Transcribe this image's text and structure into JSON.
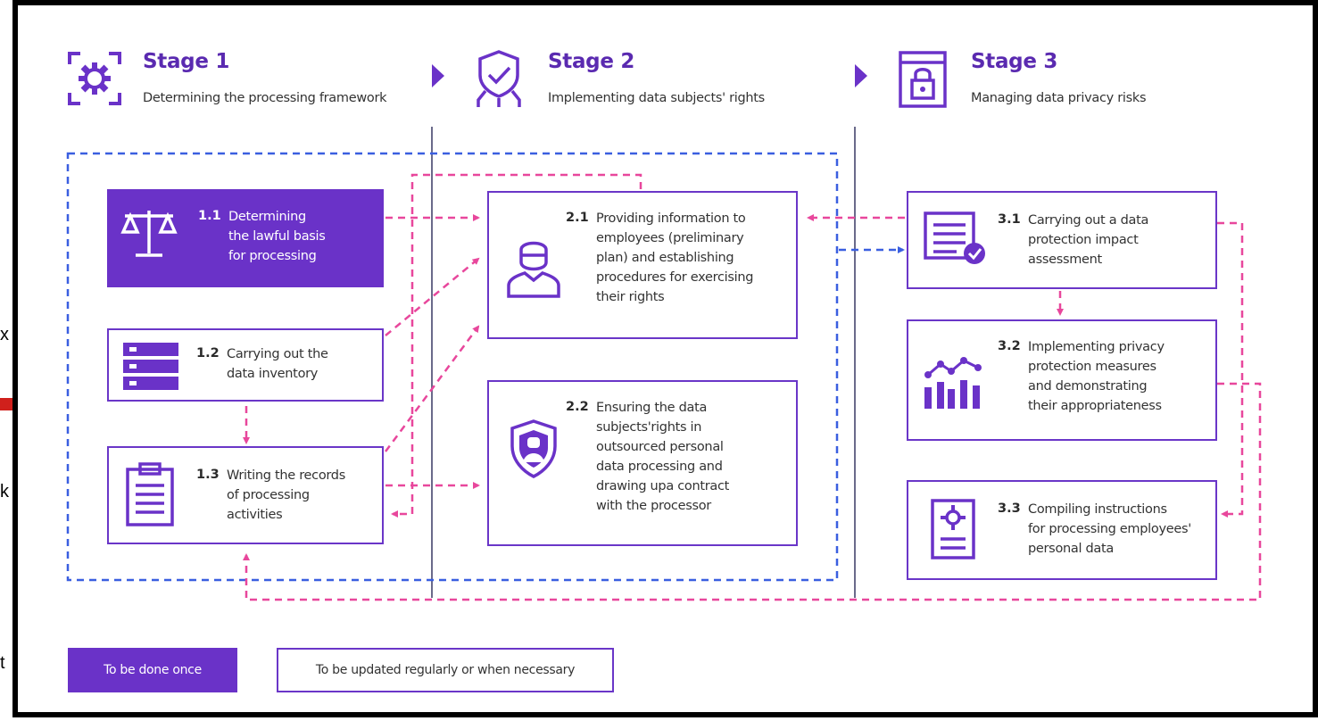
{
  "edge_fragments": [
    "x",
    "k",
    "t"
  ],
  "colors": {
    "purple": "#6a32c8",
    "pink": "#e8479c",
    "blue": "#3a5fe0",
    "red": "#d0201c"
  },
  "stages": [
    {
      "title": "Stage 1",
      "subtitle": "Determining the processing framework",
      "icon": "gear-icon"
    },
    {
      "title": "Stage 2",
      "subtitle": "Implementing data subjects' rights",
      "icon": "shield-check-icon"
    },
    {
      "title": "Stage 3",
      "subtitle": "Managing data privacy risks",
      "icon": "lock-window-icon"
    }
  ],
  "steps": {
    "s1_1": {
      "num": "1.1",
      "text": [
        "Determining",
        "the lawful basis",
        "for  processing"
      ],
      "icon": "scales-icon"
    },
    "s1_2": {
      "num": "1.2",
      "text": [
        "Carrying out the",
        "data inventory"
      ],
      "icon": "server-icon"
    },
    "s1_3": {
      "num": "1.3",
      "text": [
        "Writing the records",
        "of processing",
        "activities"
      ],
      "icon": "clipboard-icon"
    },
    "s2_1": {
      "num": "2.1",
      "text": [
        "Providing information to",
        "employees (preliminary",
        "plan) and establishing",
        "procedures for exercising",
        "their rights"
      ],
      "icon": "person-icon"
    },
    "s2_2": {
      "num": "2.2",
      "text": [
        "Ensuring the data",
        "subjects'rights in",
        "outsourced personal",
        "data processing and",
        "drawing upa contract",
        "with the processor"
      ],
      "icon": "person-shield-icon"
    },
    "s3_1": {
      "num": "3.1",
      "text": [
        "Carrying out a data",
        "protection impact",
        "assessment"
      ],
      "icon": "document-check-icon"
    },
    "s3_2": {
      "num": "3.2",
      "text": [
        "Implementing privacy",
        "protection measures",
        "and demonstrating",
        "their appropriateness"
      ],
      "icon": "bar-chart-icon"
    },
    "s3_3": {
      "num": "3.3",
      "text": [
        "Compiling instructions",
        "for processing employees'",
        "personal data"
      ],
      "icon": "document-gear-icon"
    }
  },
  "legend": {
    "once": "To be done once",
    "regular": "To be updated regularly or when necessary"
  }
}
